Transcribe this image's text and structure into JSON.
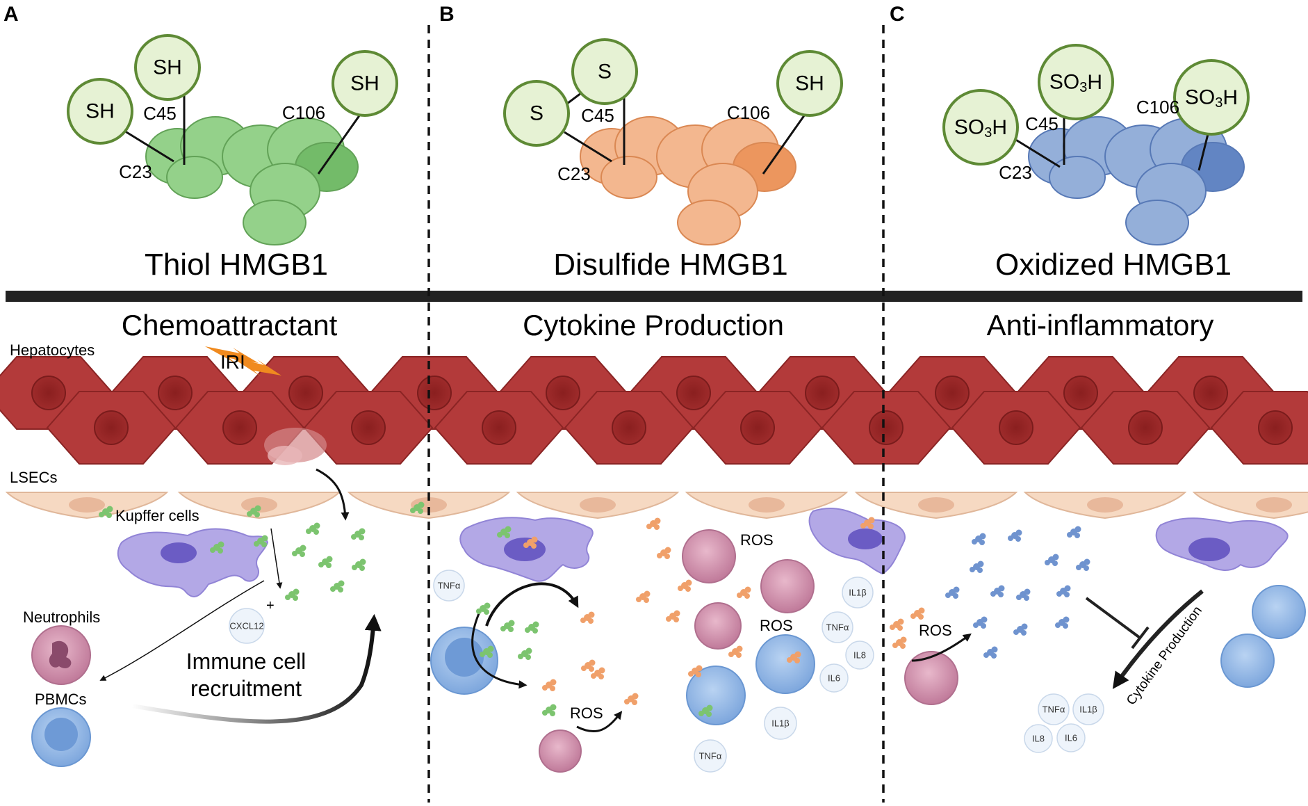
{
  "panels": [
    {
      "letter": "A",
      "molecule_title": "Thiol HMGB1",
      "function_title": "Chemoattractant",
      "groups": [
        "SH",
        "SH",
        "SH"
      ],
      "residues": [
        "C45",
        "C23",
        "C106"
      ]
    },
    {
      "letter": "B",
      "molecule_title": "Disulfide HMGB1",
      "function_title": "Cytokine Production",
      "groups": [
        "S",
        "S",
        "SH"
      ],
      "residues": [
        "C45",
        "C23",
        "C106"
      ]
    },
    {
      "letter": "C",
      "molecule_title": "Oxidized HMGB1",
      "function_title": "Anti-inflammatory",
      "groups": [
        "SO3H",
        "SO3H",
        "SO3H"
      ],
      "residues": [
        "C45",
        "C23",
        "C106"
      ]
    }
  ],
  "labels": {
    "hepatocytes": "Hepatocytes",
    "lsecs": "LSECs",
    "iri": "IRI",
    "kupffer": "Kupffer  cells",
    "neutrophils": "Neutrophils",
    "pbmcs": "PBMCs",
    "cxcl12": "CXCL12",
    "plus": "+",
    "immune_recruitment_1": "Immune cell",
    "immune_recruitment_2": "recruitment",
    "ros": "ROS",
    "cytokine_production": "Cytokine Production"
  },
  "cytokines": {
    "tnfa": "TNFα",
    "il1b": "IL1β",
    "il8": "IL8",
    "il6": "IL6"
  },
  "colors": {
    "thiol": "#7cc46f",
    "disulfide": "#f0a06a",
    "oxidized": "#6f93cf",
    "hepatocyte": "#b33a3a",
    "nucleus": "#8f2424",
    "lsec": "#f6d9c2",
    "kupffer": "#b3a8e6",
    "neutrophil": "#c98aa6",
    "pbmc": "#8fb4e6"
  }
}
